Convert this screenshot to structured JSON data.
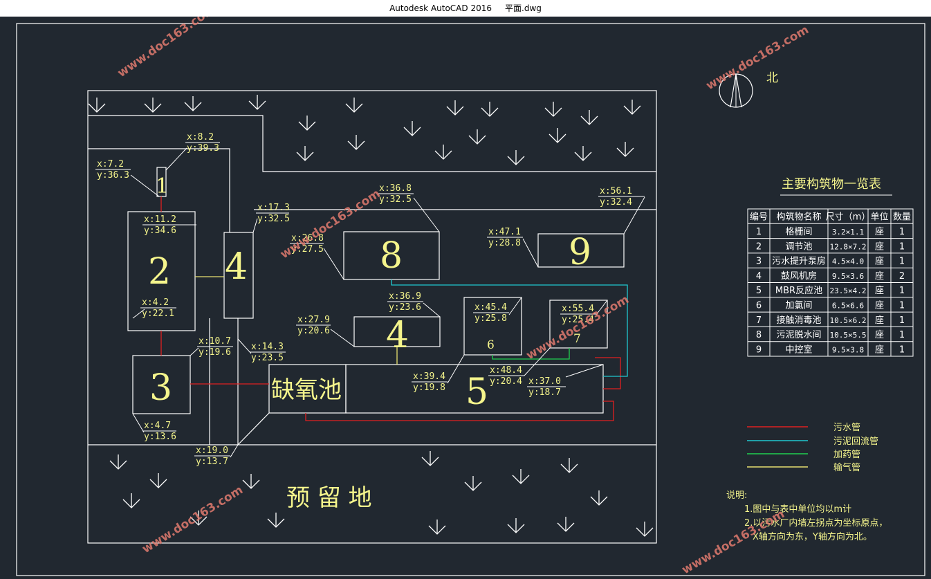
{
  "window": {
    "title": "Autodesk AutoCAD 2016     平面.dwg"
  },
  "colors": {
    "background": "#212830",
    "line": "#ffffff",
    "text": "#f5f58c",
    "sewage_pipe": "#e02020",
    "sludge_return_pipe": "#20c8d0",
    "dosing_pipe": "#20d050",
    "air_pipe": "#e8e070"
  },
  "drawing": {
    "north_label": "北",
    "reserved_area_label": "预 留 地",
    "anoxic_tank_label": "缺氧池",
    "structure_numbers": [
      "1",
      "2",
      "3",
      "4",
      "4",
      "5",
      "6",
      "7",
      "8",
      "9"
    ],
    "coordinates": [
      {
        "x": "x:8.2",
        "y": "y:39.3"
      },
      {
        "x": "x:7.2",
        "y": "y:36.3"
      },
      {
        "x": "x:11.2",
        "y": "y:34.6"
      },
      {
        "x": "x:4.2",
        "y": "y:22.1"
      },
      {
        "x": "x:17.3",
        "y": "y:32.5"
      },
      {
        "x": "x:10.7",
        "y": "y:19.6"
      },
      {
        "x": "x:14.3",
        "y": "y:23.5"
      },
      {
        "x": "x:4.7",
        "y": "y:13.6"
      },
      {
        "x": "x:19.0",
        "y": "y:13.7"
      },
      {
        "x": "x:36.8",
        "y": "y:32.5"
      },
      {
        "x": "x:26.8",
        "y": "y:27.5"
      },
      {
        "x": "x:56.1",
        "y": "y:32.4"
      },
      {
        "x": "x:47.1",
        "y": "y:28.8"
      },
      {
        "x": "x:36.9",
        "y": "y:23.6"
      },
      {
        "x": "x:27.9",
        "y": "y:20.6"
      },
      {
        "x": "x:45.4",
        "y": "y:25.8"
      },
      {
        "x": "x:55.4",
        "y": "y:25.4"
      },
      {
        "x": "x:39.4",
        "y": "y:19.8"
      },
      {
        "x": "x:48.4",
        "y": "y:20.4"
      },
      {
        "x": "x:37.0",
        "y": "y:18.7"
      }
    ]
  },
  "table": {
    "title": "主要构筑物一览表",
    "headers": [
      "编号",
      "构筑物名称",
      "尺寸（m）",
      "单位",
      "数量"
    ],
    "rows": [
      [
        "1",
        "格栅间",
        "3.2×1.1",
        "座",
        "1"
      ],
      [
        "2",
        "调节池",
        "12.8×7.2",
        "座",
        "1"
      ],
      [
        "3",
        "污水提升泵房",
        "4.5×4.0",
        "座",
        "1"
      ],
      [
        "4",
        "鼓风机房",
        "9.5×3.6",
        "座",
        "2"
      ],
      [
        "5",
        "MBR反应池",
        "23.5×4.2",
        "座",
        "1"
      ],
      [
        "6",
        "加氯间",
        "6.5×6.6",
        "座",
        "1"
      ],
      [
        "7",
        "接触消毒池",
        "10.5×6.2",
        "座",
        "1"
      ],
      [
        "8",
        "污泥脱水间",
        "10.5×5.5",
        "座",
        "1"
      ],
      [
        "9",
        "中控室",
        "9.5×3.8",
        "座",
        "1"
      ]
    ]
  },
  "legend": [
    {
      "label": "污水管",
      "color": "#e02020"
    },
    {
      "label": "污泥回流管",
      "color": "#20c8d0"
    },
    {
      "label": "加药管",
      "color": "#20d050"
    },
    {
      "label": "输气管",
      "color": "#e8e070"
    }
  ],
  "notes": {
    "title": "说明:",
    "lines": [
      "1.图中与表中单位均以m计",
      "2.以污水厂内墙左拐点为坐标原点，",
      "X轴方向为东，Y轴方向为北。"
    ]
  },
  "watermark": "www.doc163.com"
}
